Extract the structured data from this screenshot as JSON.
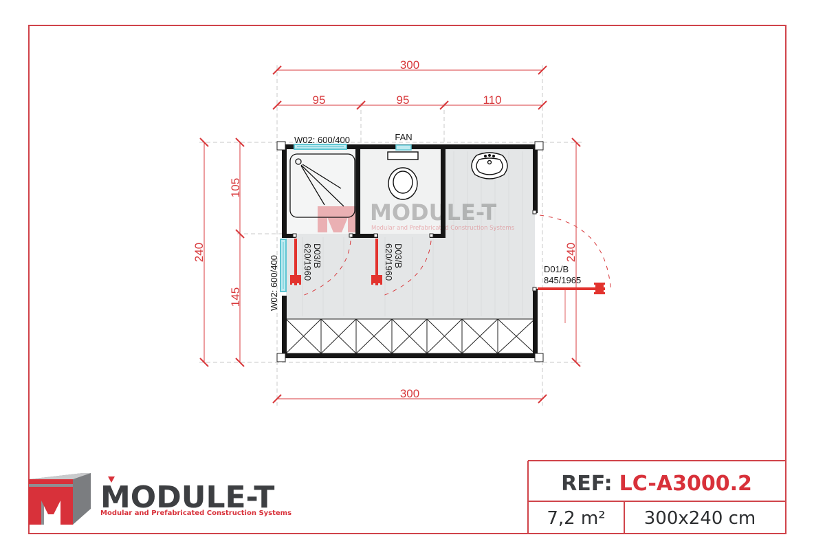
{
  "colors": {
    "frame": "#d0434a",
    "dimension": "#d8393c",
    "wall": "#151515",
    "window": "#5fc6d3",
    "floor": "#e6e8e9",
    "door_swing": "#d8393c",
    "brand_gray": "#3d3f42",
    "brand_red": "#d8313a"
  },
  "dimensions": {
    "top_total": "300",
    "top_segments": [
      "95",
      "95",
      "110"
    ],
    "bottom_total": "300",
    "left_total": "240",
    "left_segments": [
      "105",
      "145"
    ],
    "right_total": "240"
  },
  "labels": {
    "window_top": "W02: 600/400",
    "window_left": "W02: 600/400",
    "fan": "FAN",
    "door_shower_code": "D03/B",
    "door_shower_size": "620/1960",
    "door_wc_code": "D03/B",
    "door_wc_size": "620/1960",
    "door_entry_code": "D01/B",
    "door_entry_size": "845/1965"
  },
  "fixtures": [
    "shower-tray",
    "toilet",
    "washbasin",
    "fan"
  ],
  "watermark": {
    "name": "MODULE-T",
    "tagline": "Modular and Prefabricated Construction Systems"
  },
  "brand": {
    "name_main": "MODULE-",
    "name_accent": "T",
    "tagline": "Modular and Prefabricated Construction Systems"
  },
  "title_block": {
    "ref_label": "REF:",
    "ref_value": "LC-A3000.2",
    "area": "7,2 m²",
    "size": "300x240 cm"
  }
}
